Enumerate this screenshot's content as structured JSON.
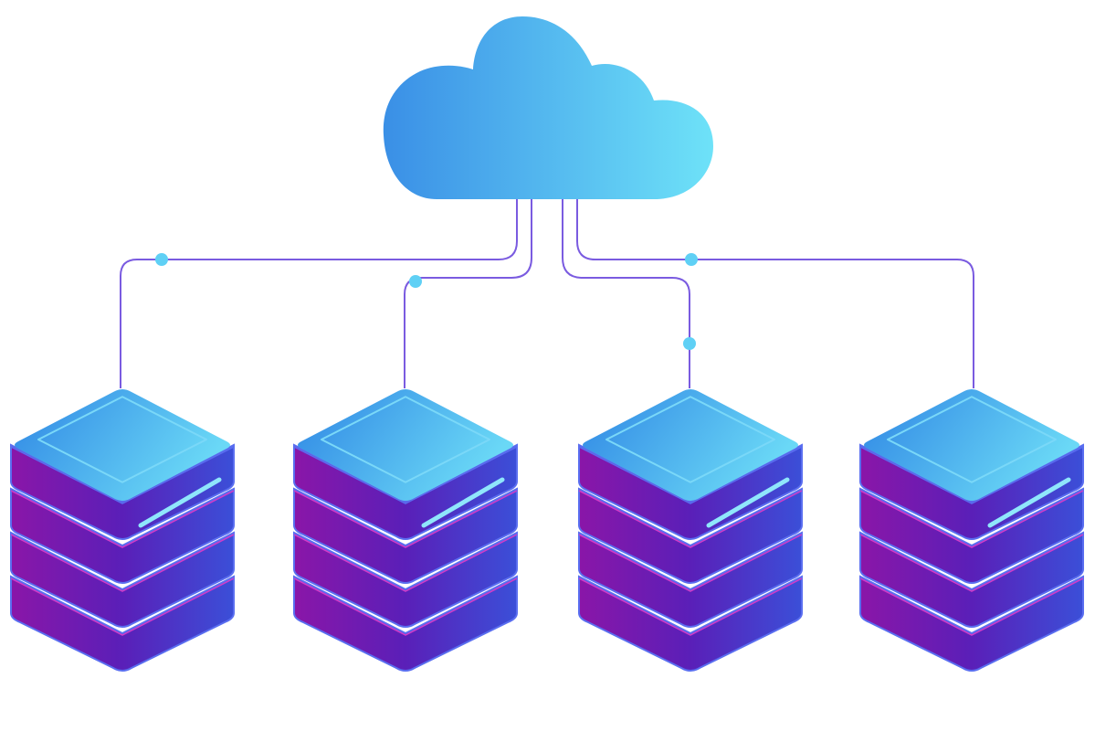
{
  "illustration": {
    "subject": "cloud-connected-servers",
    "icons": [
      "cloud-icon",
      "server-stack-icon",
      "server-stack-icon",
      "server-stack-icon",
      "server-stack-icon"
    ]
  },
  "cloud": {
    "icon": "cloud-icon",
    "colors": {
      "left": "#3a8fe6",
      "right": "#6ee2f8"
    }
  },
  "servers": [
    {
      "icon": "server-stack-icon",
      "layers": 4
    },
    {
      "icon": "server-stack-icon",
      "layers": 4
    },
    {
      "icon": "server-stack-icon",
      "layers": 4
    },
    {
      "icon": "server-stack-icon",
      "layers": 4
    }
  ],
  "colors": {
    "top_left": "#2f86e4",
    "top_right": "#6ad8f6",
    "body_left": "#8a16a8",
    "body_right": "#3b4fd8",
    "body_edge": "#5a6ef0",
    "wire": "#7a5be0",
    "node": "#5fd0f5",
    "slot": "#8fe6fb"
  }
}
